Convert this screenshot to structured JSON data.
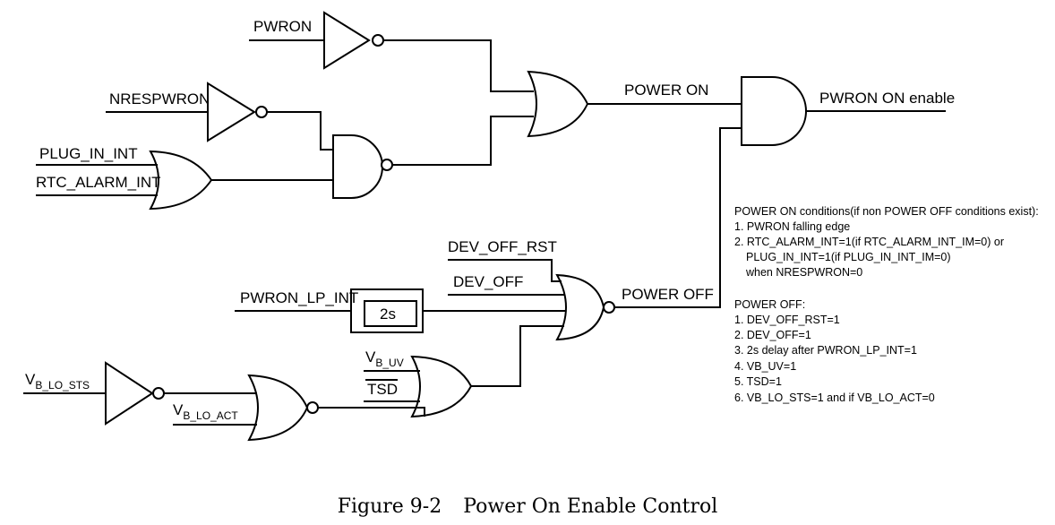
{
  "signals": {
    "pwron": "PWRON",
    "nrespwron": "NRESPWRON",
    "plug_in_int": "PLUG_IN_INT",
    "rtc_alarm_int": "RTC_ALARM_INT",
    "power_on": "POWER ON",
    "pwron_on_enable": "PWRON ON enable",
    "dev_off_rst": "DEV_OFF_RST",
    "dev_off": "DEV_OFF",
    "pwron_lp_int": "PWRON_LP_INT",
    "delay": "2s",
    "power_off": "POWER OFF",
    "vb_main": "V",
    "vb_uv_sub": "B_UV",
    "tsd": "TSD",
    "vb_lo_sts_sub": "B_LO_STS",
    "vb_lo_act_sub": "B_LO_ACT"
  },
  "notes": {
    "on_title": "POWER ON conditions(if non POWER OFF conditions exist):",
    "on_1": "1. PWRON falling edge",
    "on_2": "2. RTC_ALARM_INT=1(if RTC_ALARM_INT_IM=0) or",
    "on_3": "PLUG_IN_INT=1(if PLUG_IN_INT_IM=0)",
    "on_4": "when NRESPWRON=0",
    "off_title": "POWER OFF:",
    "off_1": "1. DEV_OFF_RST=1",
    "off_2": "2. DEV_OFF=1",
    "off_3": "3. 2s delay after PWRON_LP_INT=1",
    "off_4": "4. VB_UV=1",
    "off_5": "5. TSD=1",
    "off_6": "6. VB_LO_STS=1 and if VB_LO_ACT=0"
  },
  "caption": {
    "label": "Figure 9-2",
    "title": "Power On Enable Control"
  }
}
